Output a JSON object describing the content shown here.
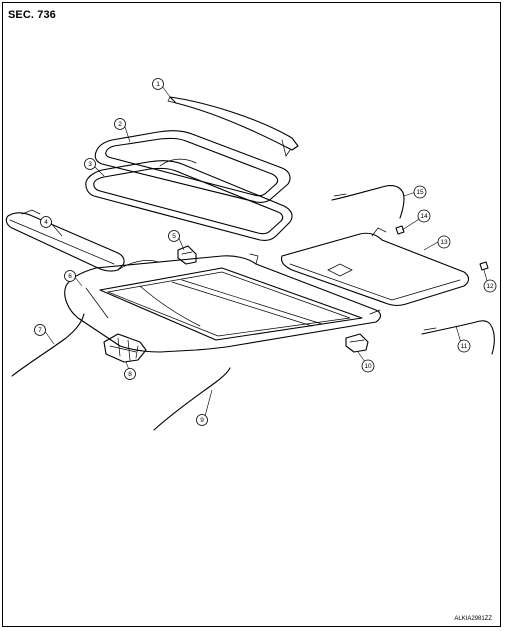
{
  "section_title": "SEC. 736",
  "figure_code": "ALKIA2981ZZ",
  "callouts": [
    {
      "id": "1",
      "label": "1"
    },
    {
      "id": "2",
      "label": "2"
    },
    {
      "id": "3",
      "label": "3"
    },
    {
      "id": "4",
      "label": "4"
    },
    {
      "id": "5",
      "label": "5"
    },
    {
      "id": "6",
      "label": "6"
    },
    {
      "id": "7",
      "label": "7"
    },
    {
      "id": "8",
      "label": "8"
    },
    {
      "id": "9",
      "label": "9"
    },
    {
      "id": "10",
      "label": "10"
    },
    {
      "id": "11",
      "label": "11"
    },
    {
      "id": "12",
      "label": "12"
    },
    {
      "id": "13",
      "label": "13"
    },
    {
      "id": "14",
      "label": "14"
    },
    {
      "id": "15",
      "label": "15"
    }
  ]
}
